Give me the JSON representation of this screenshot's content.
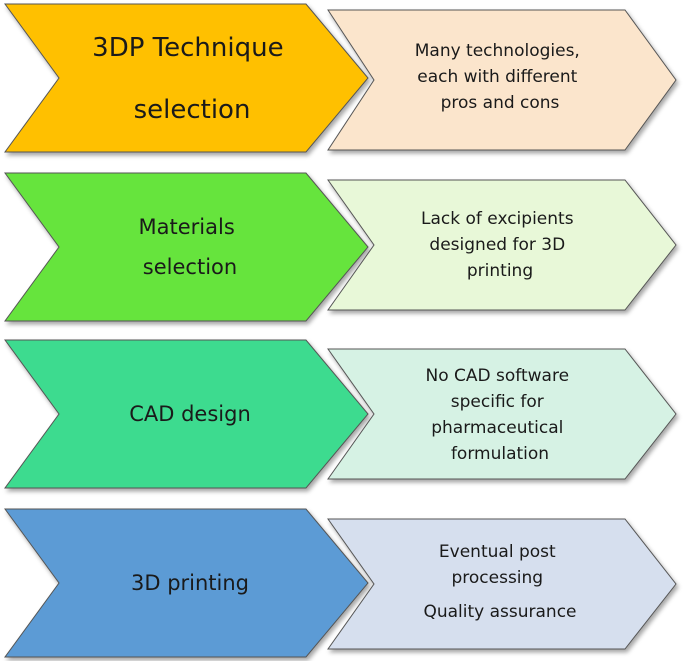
{
  "colors": {
    "stage_1_fill": "#FFC000",
    "stage_2_fill": "#66E43C",
    "stage_3_fill": "#3EDB8F",
    "stage_4_fill": "#5B9BD5",
    "desc_1_fill": "#FBE5CC",
    "desc_2_fill": "#E8F8D8",
    "desc_3_fill": "#D6F2E4",
    "desc_4_fill": "#D6DFEE",
    "outline": "#555555"
  },
  "stages": [
    {
      "lines": [
        "3DP Technique",
        "selection"
      ]
    },
    {
      "lines": [
        "Materials",
        "selection"
      ]
    },
    {
      "lines": [
        "CAD design"
      ]
    },
    {
      "lines": [
        "3D printing"
      ]
    }
  ],
  "descriptions": [
    {
      "lines": [
        "Many technologies,",
        "each with different",
        "pros and cons"
      ]
    },
    {
      "lines": [
        "Lack of excipients",
        "designed for 3D",
        "printing"
      ]
    },
    {
      "lines": [
        "No CAD software",
        "specific for",
        "pharmaceutical",
        "formulation"
      ]
    },
    {
      "lines": [
        "Eventual post",
        "processing",
        "Quality assurance"
      ]
    }
  ]
}
